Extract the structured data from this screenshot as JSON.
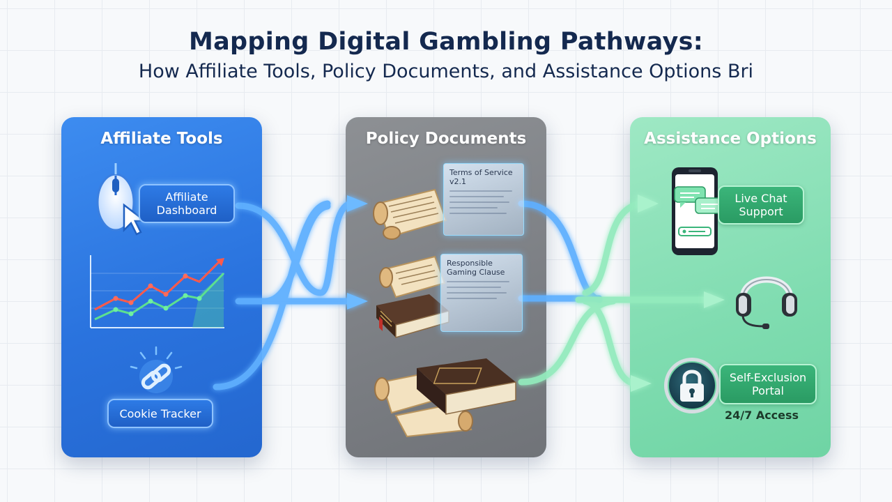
{
  "title": {
    "main": "Mapping Digital Gambling Pathways:",
    "sub": "How Affiliate Tools, Policy Documents, and Assistance Options Bri"
  },
  "panels": {
    "affiliate": {
      "title": "Affiliate Tools",
      "dashboard_label": "Affiliate Dashboard",
      "cookie_label": "Cookie Tracker"
    },
    "policy": {
      "title": "Policy Documents",
      "terms_label": "Terms of Service v2.1",
      "clause_label": "Responsible Gaming Clause"
    },
    "assistance": {
      "title": "Assistance Options",
      "chat_label": "Live Chat Support",
      "exclusion_label": "Self-Exclusion Portal",
      "access_label": "24/7 Access"
    }
  },
  "icons": [
    "mouse-icon",
    "line-chart-icon",
    "chain-link-icon",
    "scroll-icon",
    "book-icon",
    "smartphone-icon",
    "headset-icon",
    "padlock-icon"
  ],
  "colors": {
    "affiliate": "#2a73de",
    "policy": "#7b7e83",
    "assistance": "#7fdcb0",
    "title": "#14294f",
    "blue_flow": "#4da3ff",
    "green_flow": "#8fe7b8"
  }
}
